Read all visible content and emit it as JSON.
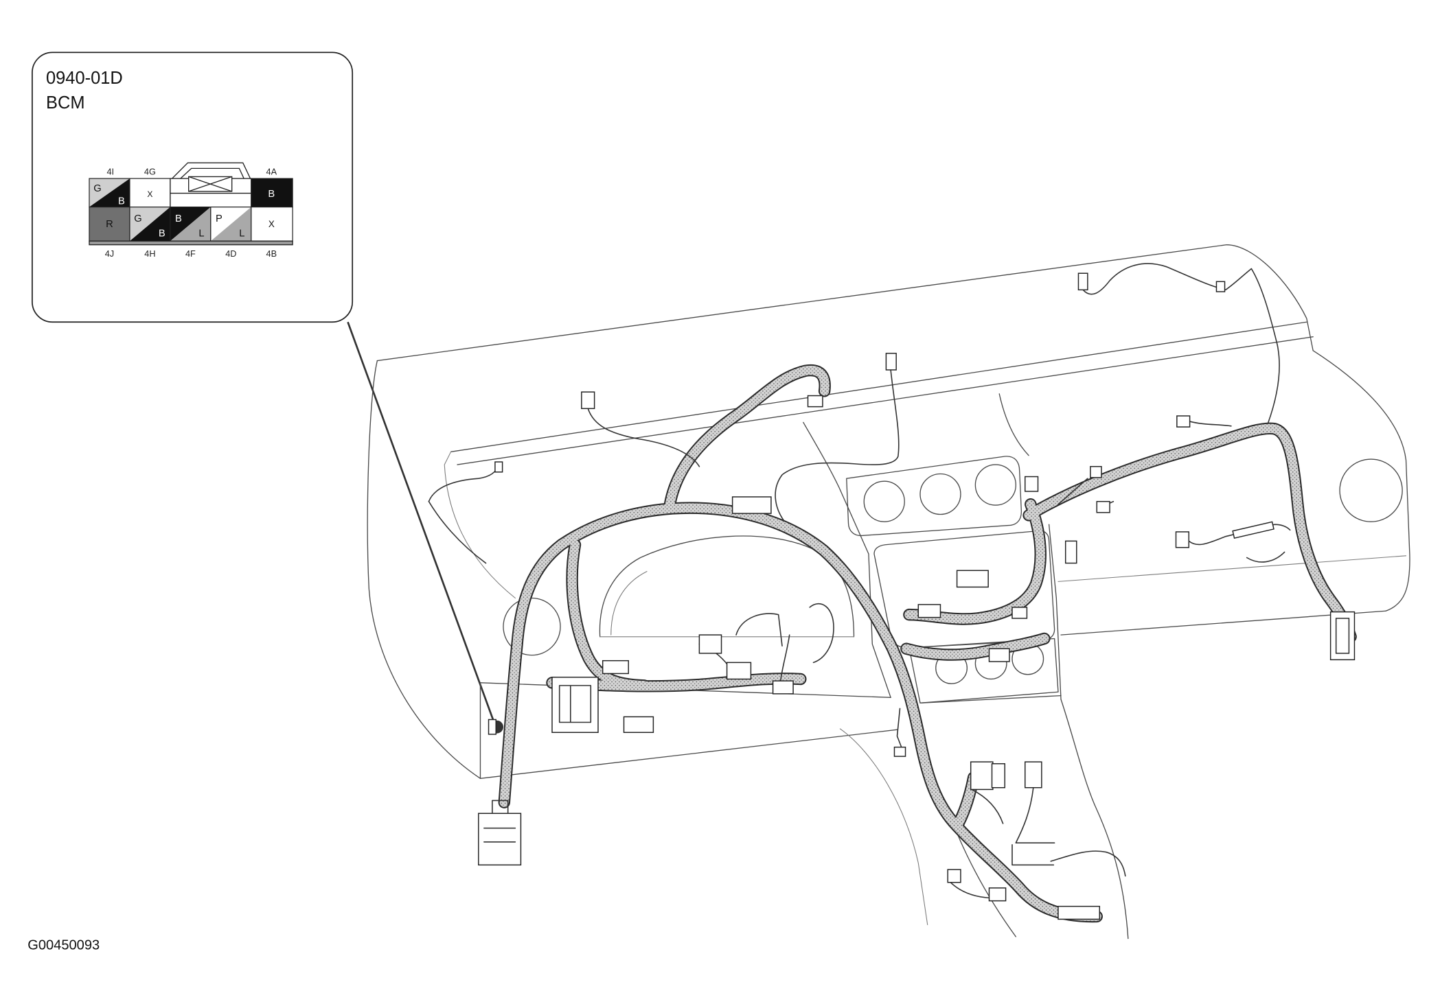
{
  "callout": {
    "code": "0940-01D",
    "component": "BCM",
    "connector": {
      "top_row": [
        {
          "pin": "4I",
          "colors": [
            "G",
            "B"
          ]
        },
        {
          "pin": "4G",
          "colors": [
            "X"
          ]
        },
        {
          "pin": "4A",
          "colors": [
            "B"
          ]
        }
      ],
      "bottom_row": [
        {
          "pin": "4J",
          "colors": [
            "R"
          ]
        },
        {
          "pin": "4H",
          "colors": [
            "G",
            "B"
          ]
        },
        {
          "pin": "4F",
          "colors": [
            "B",
            "L"
          ]
        },
        {
          "pin": "4D",
          "colors": [
            "P",
            "L"
          ]
        },
        {
          "pin": "4B",
          "colors": [
            "X"
          ]
        }
      ],
      "cell_fills": {
        "G": "#cfcfcf",
        "B": "#111111",
        "R": "#707070",
        "L": "#a9a9a9",
        "P": "#ffffff",
        "X": "#ffffff"
      }
    }
  },
  "colors": {
    "harness": "#d4d4d4",
    "harness_dot": "#5a5a5a"
  },
  "figure_id": "G00450093"
}
